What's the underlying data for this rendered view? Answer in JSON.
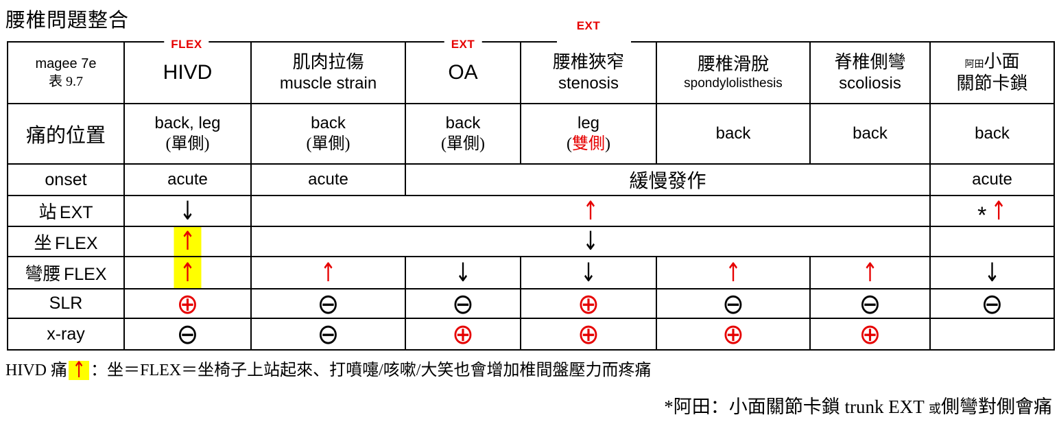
{
  "title": "腰椎問題整合",
  "colors": {
    "red": "#e60000",
    "highlight_yellow": "#ffff00",
    "text": "#000000"
  },
  "icons": {
    "arrow_up": "↑",
    "arrow_down": "↓",
    "plus_circled": "⊕",
    "minus_circled": "⊖",
    "asterisk": "*"
  },
  "table": {
    "source": {
      "line1": "magee 7e",
      "line2": "表 9.7"
    },
    "top_labels": {
      "hivd": "FLEX",
      "oa": "EXT",
      "stenosis": "EXT"
    },
    "columns": [
      {
        "en": "HIVD"
      },
      {
        "zh": "肌肉拉傷",
        "en": "muscle strain"
      },
      {
        "en": "OA"
      },
      {
        "zh": "腰椎狹窄",
        "en": "stenosis"
      },
      {
        "zh": "腰椎滑脫",
        "en": "spondylolisthesis"
      },
      {
        "zh": "脊椎側彎",
        "en": "scoliosis"
      },
      {
        "small": "阿田",
        "zh": "小面",
        "zh2": "關節卡鎖"
      }
    ],
    "rows": {
      "pain": {
        "label": "痛的位置",
        "cells": [
          {
            "l1": "back, leg",
            "l2": "(單側)"
          },
          {
            "l1": "back",
            "l2": "(單側)"
          },
          {
            "l1": "back",
            "l2": "(單側)"
          },
          {
            "l1": "leg",
            "open": "(",
            "side": "雙側",
            "close": ")"
          },
          {
            "l1": "back"
          },
          {
            "l1": "back"
          },
          {
            "l1": "back"
          }
        ]
      },
      "onset": {
        "label": "onset",
        "hivd": "acute",
        "muscle": "acute",
        "gradual": "緩慢發作",
        "facet": "acute"
      },
      "stand": {
        "label_zh": "站",
        "label_en": "EXT",
        "hivd": "↓",
        "merged": "↑",
        "facet_star": "*",
        "facet_arrow": "↑"
      },
      "sit": {
        "label_zh": "坐",
        "label_en": "FLEX",
        "hivd": "↑",
        "merged": "↓",
        "facet": ""
      },
      "bend": {
        "label_zh": "彎腰",
        "label_en": "FLEX",
        "cells": [
          "↑",
          "↑",
          "↓",
          "↓",
          "↑",
          "↑",
          "↓"
        ]
      },
      "slr": {
        "label": "SLR",
        "cells": [
          "⊕",
          "⊖",
          "⊖",
          "⊕",
          "⊖",
          "⊖",
          "⊖"
        ]
      },
      "xray": {
        "label": "x-ray",
        "cells": [
          "⊖",
          "⊖",
          "⊕",
          "⊕",
          "⊕",
          "⊕",
          ""
        ]
      }
    }
  },
  "footnote1": {
    "prefix": "HIVD 痛",
    "arrow": "↑",
    "rest": "：坐＝FLEX＝坐椅子上站起來、打噴嚏/咳嗽/大笑也會增加椎間盤壓力而疼痛"
  },
  "footnote2": {
    "part1": "*阿田：小面關節卡鎖 trunk EXT ",
    "small_word": "或",
    "part2": "側彎對側會痛"
  }
}
